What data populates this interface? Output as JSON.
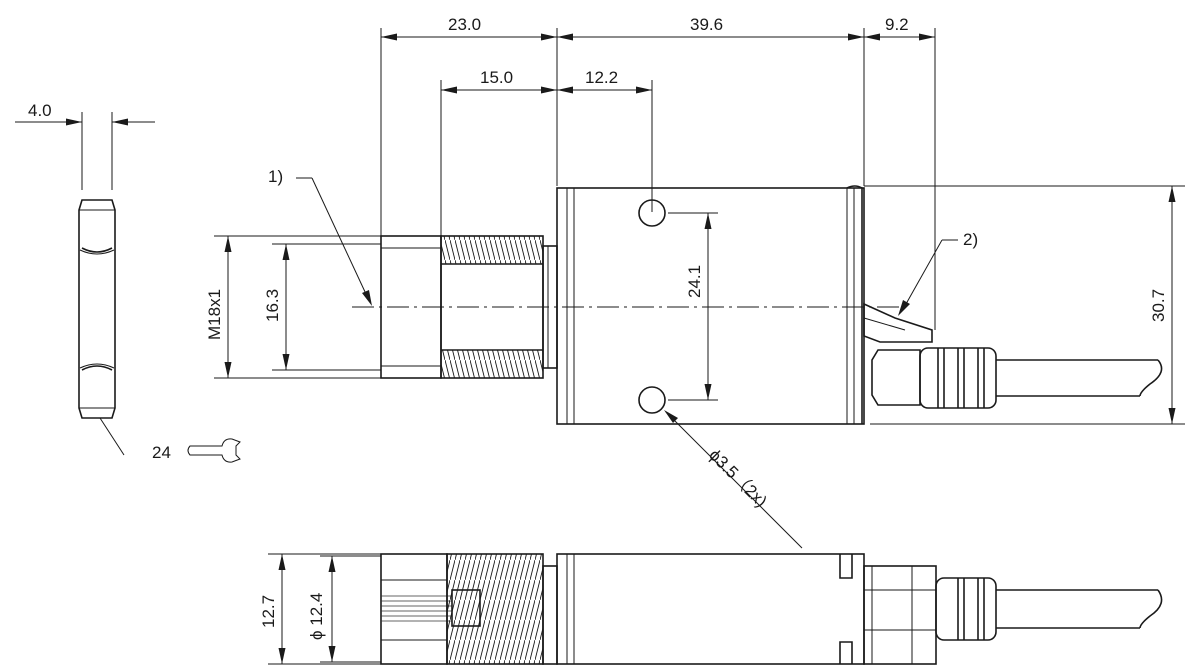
{
  "dimensions": {
    "d_23": "23.0",
    "d_39_6": "39.6",
    "d_9_2": "9.2",
    "d_15": "15.0",
    "d_12_2": "12.2",
    "d_4": "4.0",
    "d_16_3": "16.3",
    "d_m18": "M18x1",
    "d_24_1": "24.1",
    "d_30_7": "30.7",
    "d_hole": "ϕ3.5（2x)",
    "d_12_7": "12.7",
    "d_12_4": "ϕ 12.4",
    "wrench": "24"
  },
  "callouts": {
    "c1": "1)",
    "c2": "2)"
  }
}
